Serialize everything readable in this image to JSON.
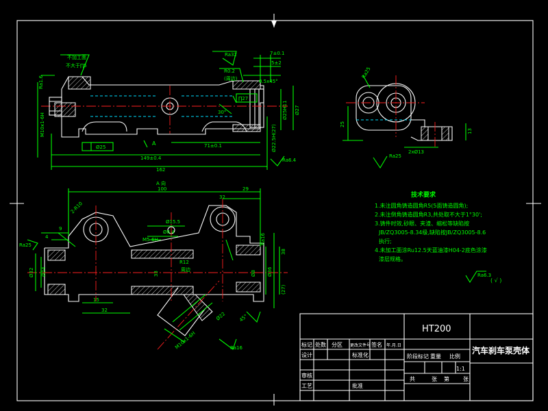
{
  "top_view": {
    "labels": {
      "note_top1": "不加工面",
      "note_top2": "不大于∏5",
      "ra_left": "Ra1.6",
      "ra32": "Ra32",
      "r02": "R0.2",
      "r02_sub": "(周边)",
      "dim_7": "7±0.1",
      "dim_5": "5±2",
      "chamfer": "0.5x45°",
      "pos_27": "∏27",
      "dim_30deg": "30°",
      "thread_left": "M10x1-6H",
      "phi_ff": "Ø25",
      "arrow_a": "A",
      "dim_714": "71±0.1",
      "dim_149": "149±0.4",
      "dim_162": "162",
      "dia_25h11": "Ø25H11",
      "dia_27": "Ø27",
      "dia_225": "Ø22.5H(27)",
      "ra_br": "Ra6.4"
    }
  },
  "side_view": {
    "labels": {
      "ra_top": "Ra25",
      "dim_25": "25",
      "dim_13": "13",
      "dim_2x13": "2xØ13",
      "ra_bottom": "Ra25"
    }
  },
  "main_view": {
    "labels": {
      "a_dir": "A 向",
      "dim_100": "100",
      "dim_29": "29",
      "dim_32": "32",
      "r10": "2-R10",
      "dim_9": "9",
      "dim_4": "4",
      "d155": "Ø15.5",
      "d84": "Ø8.4",
      "m5": "M5-6H",
      "r12": "R12",
      "r12_sub": "周边",
      "d62": "Ø32",
      "d24": "Ø24",
      "d33": "33",
      "d15": "15",
      "d32b": "32",
      "d83": "Ø8",
      "d65": "Ø36",
      "d38": "38",
      "d27r": "(27)",
      "ra_right": "Ra16",
      "m10b": "M10x1-6H",
      "ra_bot": "Ra16",
      "d45": "45°",
      "d22": "Ø22",
      "d_ra_left": "Ra25"
    }
  },
  "tech_req": {
    "title": "技术要求",
    "items": [
      "1.未注圆角铸造圆角R5(5面铸造圆角);",
      "2.未注倒角铸造圆角R3,共处取不大于1°30';",
      "3.铸件时效,砂眼、夹渣、缩松等缺陷按",
      "JB/ZQ3005-8.34级,缺陷按JB/ZQ3005-8.6",
      "执行;",
      "4.未加工面涂Ru12.5天蓝油漆H04-2底色涂漆",
      "漆层规格。"
    ],
    "roughness": "Ra6.3",
    "roughness_paren": "(  √ )"
  },
  "title_block": {
    "material": "HT200",
    "part_name": "汽车刹车泵壳体",
    "row_headers": [
      "标记",
      "处数",
      "分区",
      "更改文件号",
      "签名",
      "年.月.日"
    ],
    "design": "设计",
    "standard": "标准化",
    "stage_headers": [
      "阶段标记",
      "重量",
      "比例"
    ],
    "scale": "1:1",
    "review": "审核",
    "process": "工艺",
    "approve": "批准",
    "sheet_total": "共",
    "sheet_word": "张",
    "sheet_no": "第",
    "sheet_word2": "张"
  }
}
